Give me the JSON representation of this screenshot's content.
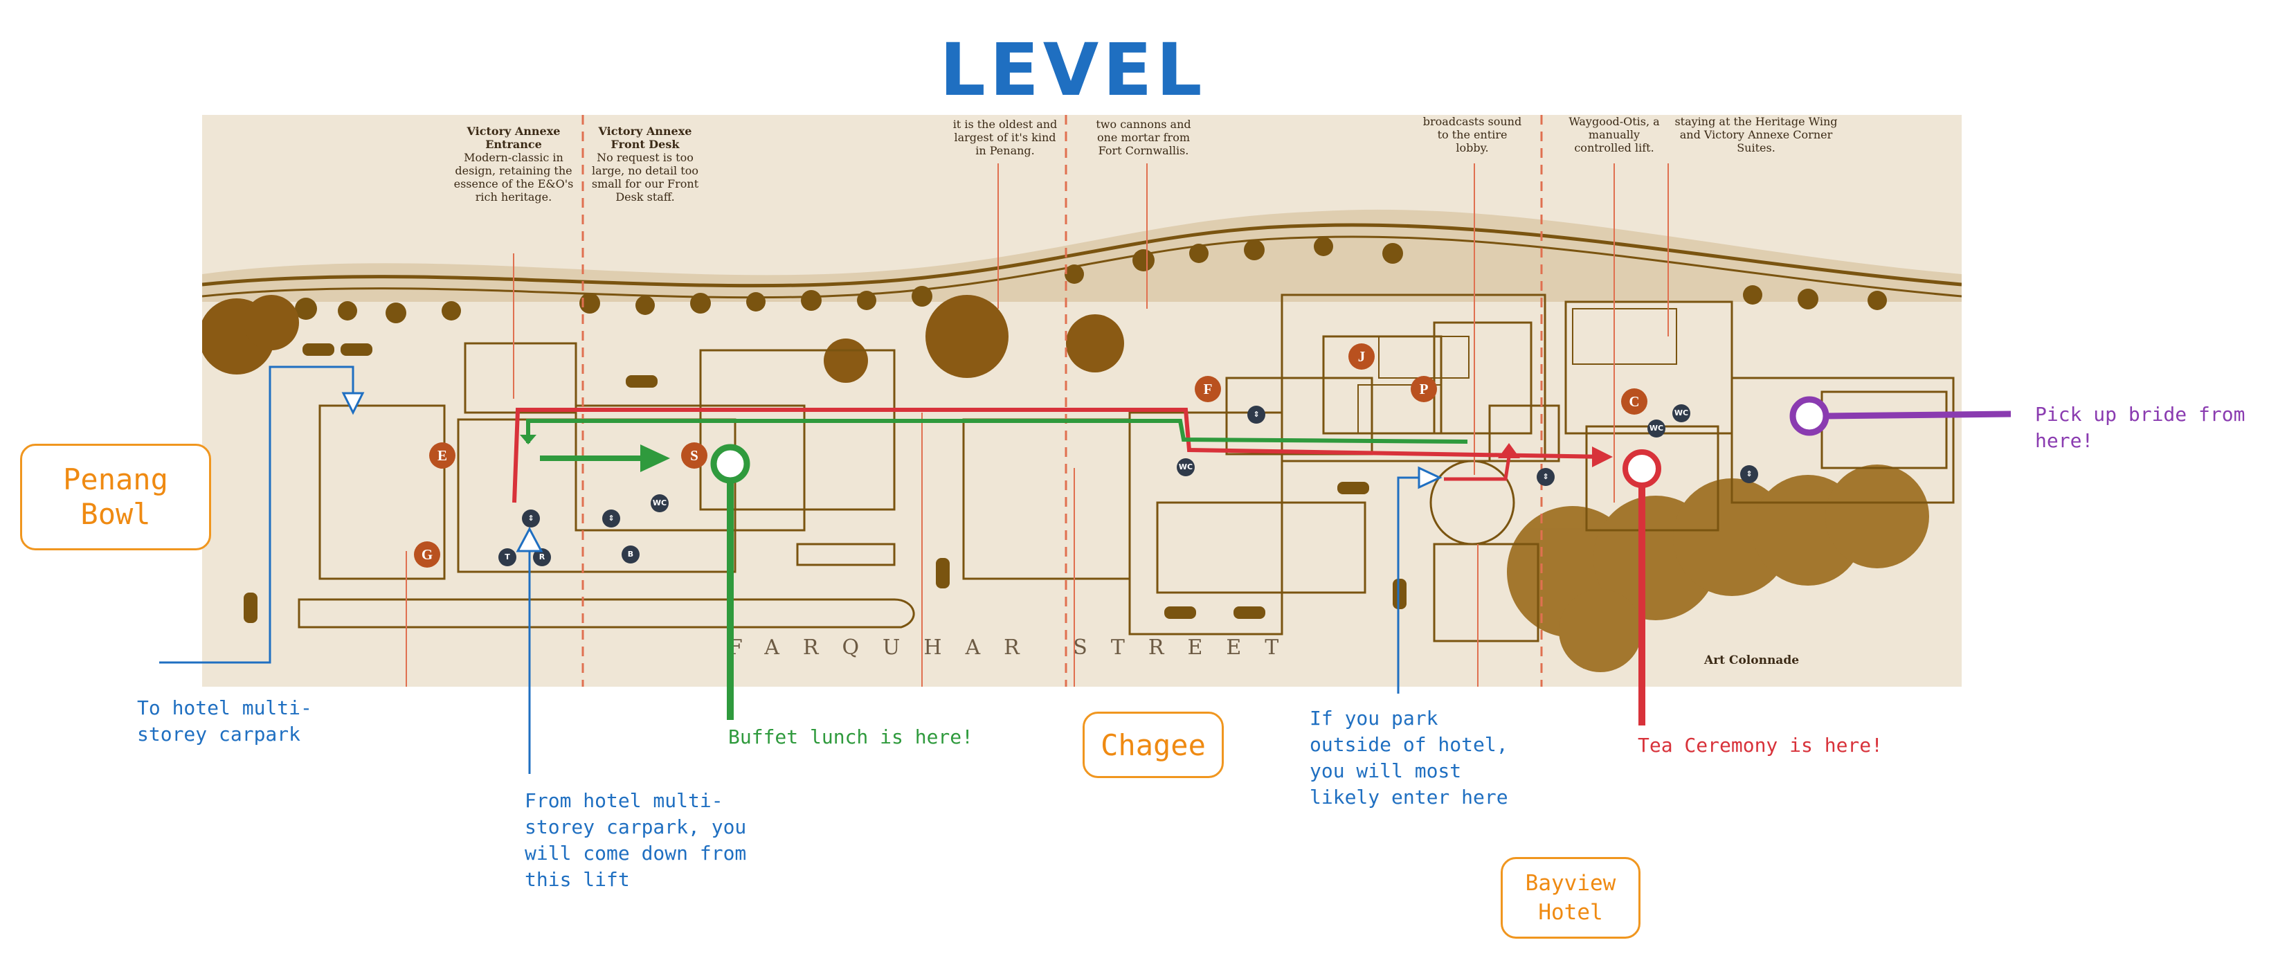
{
  "title": "LEVEL G",
  "map": {
    "street_name": "FARQUHAR STREET",
    "notes": [
      {
        "heading": "Victory Annexe Entrance",
        "body": "Modern-classic in design, retaining the essence of the E&O's rich heritage."
      },
      {
        "heading": "Victory Annexe Front Desk",
        "body": "No request is too large, no detail too small for our Front Desk staff."
      },
      {
        "heading": "",
        "body": "it is the oldest and largest of it's kind in Penang."
      },
      {
        "heading": "",
        "body": "two cannons and one mortar from Fort Cornwallis."
      },
      {
        "heading": "",
        "body": "broadcasts sound to the entire lobby."
      },
      {
        "heading": "",
        "body": "Waygood-Otis, a manually controlled lift."
      },
      {
        "heading": "",
        "body": "staying at the Heritage Wing and Victory Annexe Corner Suites."
      }
    ],
    "art_colonnade": "Art Colonnade",
    "markers": [
      "E",
      "G",
      "S",
      "F",
      "J",
      "P",
      "C"
    ],
    "mini_markers": [
      "WC",
      "WC",
      "WC",
      "WC",
      "T",
      "R",
      "B"
    ],
    "colors": {
      "background": "#efe6d6",
      "ink": "#7a5410",
      "accent_line": "#e07050",
      "marker": "#b9511f"
    }
  },
  "landmarks": {
    "penang_bowl": "Penang Bowl",
    "chagee": "Chagee",
    "bayview_hotel": "Bayview Hotel"
  },
  "annotations": {
    "carpark": "To hotel multi-storey carpark",
    "lift": "From hotel multi-storey carpark, you will come down from this lift",
    "buffet": "Buffet lunch is here!",
    "park_outside": "If you park outside of hotel, you will most likely enter here",
    "tea_ceremony": "Tea Ceremony is here!",
    "bride": "Pick up bride from here!"
  },
  "route_colors": {
    "blue": "#1f6fc1",
    "green": "#2f9a3d",
    "red": "#d8323a",
    "purple": "#8a3bb0",
    "orange": "#f0961f"
  }
}
